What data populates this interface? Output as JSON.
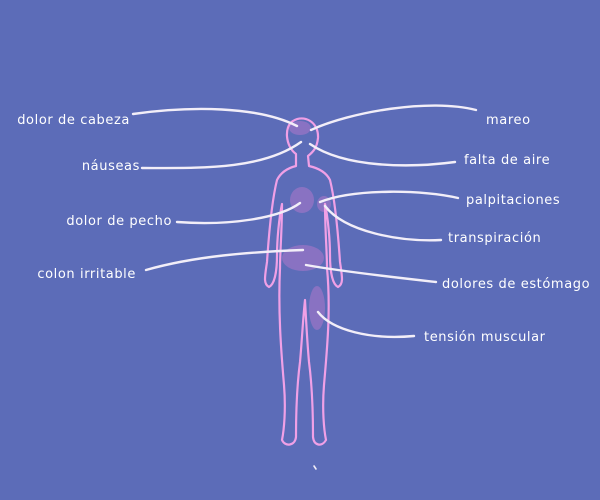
{
  "background_color": "#5c6cb8",
  "body_outline_color": "#f0a0e6",
  "line_color": "#f2eef8",
  "organ_color": "#8e73c4",
  "labels_left": {
    "head": "dolor de cabeza",
    "nausea": "náuseas",
    "chest": "dolor de pecho",
    "colon": "colon irritable"
  },
  "labels_right": {
    "dizzy": "mareo",
    "breath": "falta de aire",
    "palp": "palpitaciones",
    "sweat": "transpiración",
    "stomach": "dolores de estómago",
    "muscle": "tensión muscular"
  }
}
